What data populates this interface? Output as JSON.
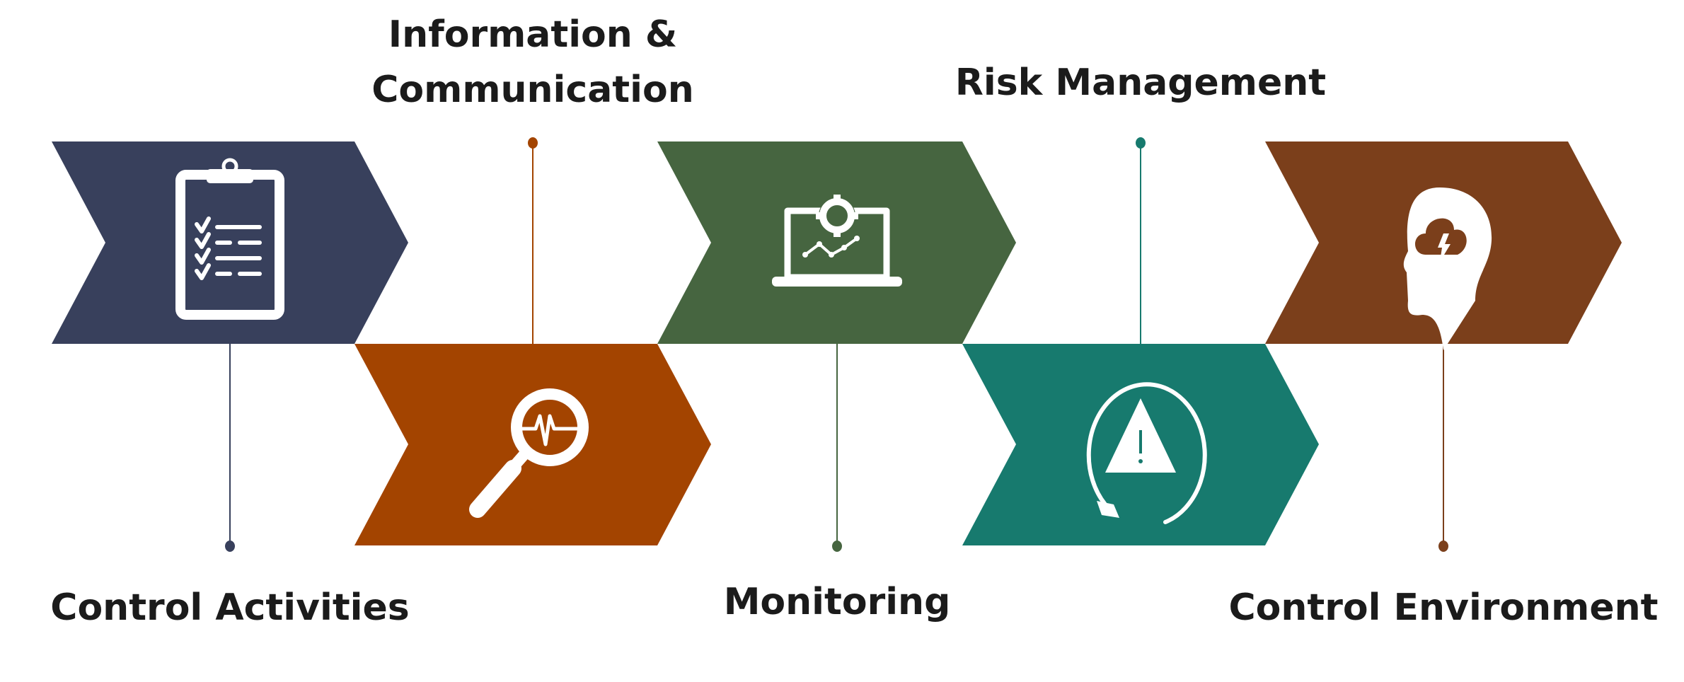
{
  "labels": {
    "control_activities": "Control Activities",
    "info_line1": "Information &",
    "info_line2": "Communication",
    "monitoring": "Monitoring",
    "risk_management": "Risk Management",
    "control_environment": "Control Environment"
  },
  "steps": [
    {
      "name": "Control Activities",
      "icon": "clipboard-checklist-icon",
      "color": "#38405c"
    },
    {
      "name": "Information & Communication",
      "icon": "magnifier-pulse-icon",
      "color": "#a34400"
    },
    {
      "name": "Monitoring",
      "icon": "laptop-gear-chart-icon",
      "color": "#466540"
    },
    {
      "name": "Risk Management",
      "icon": "warning-cycle-icon",
      "color": "#177a6e"
    },
    {
      "name": "Control Environment",
      "icon": "head-storm-icon",
      "color": "#7b3f1b"
    }
  ]
}
